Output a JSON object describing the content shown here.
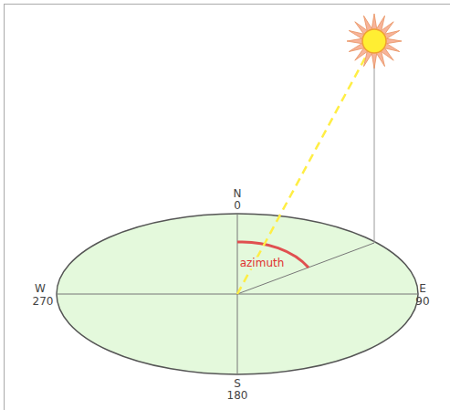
{
  "diagram": {
    "labels": [
      "N",
      "0",
      "W",
      "270",
      "E",
      "90",
      "S",
      "180",
      "azimuth"
    ]
  }
}
